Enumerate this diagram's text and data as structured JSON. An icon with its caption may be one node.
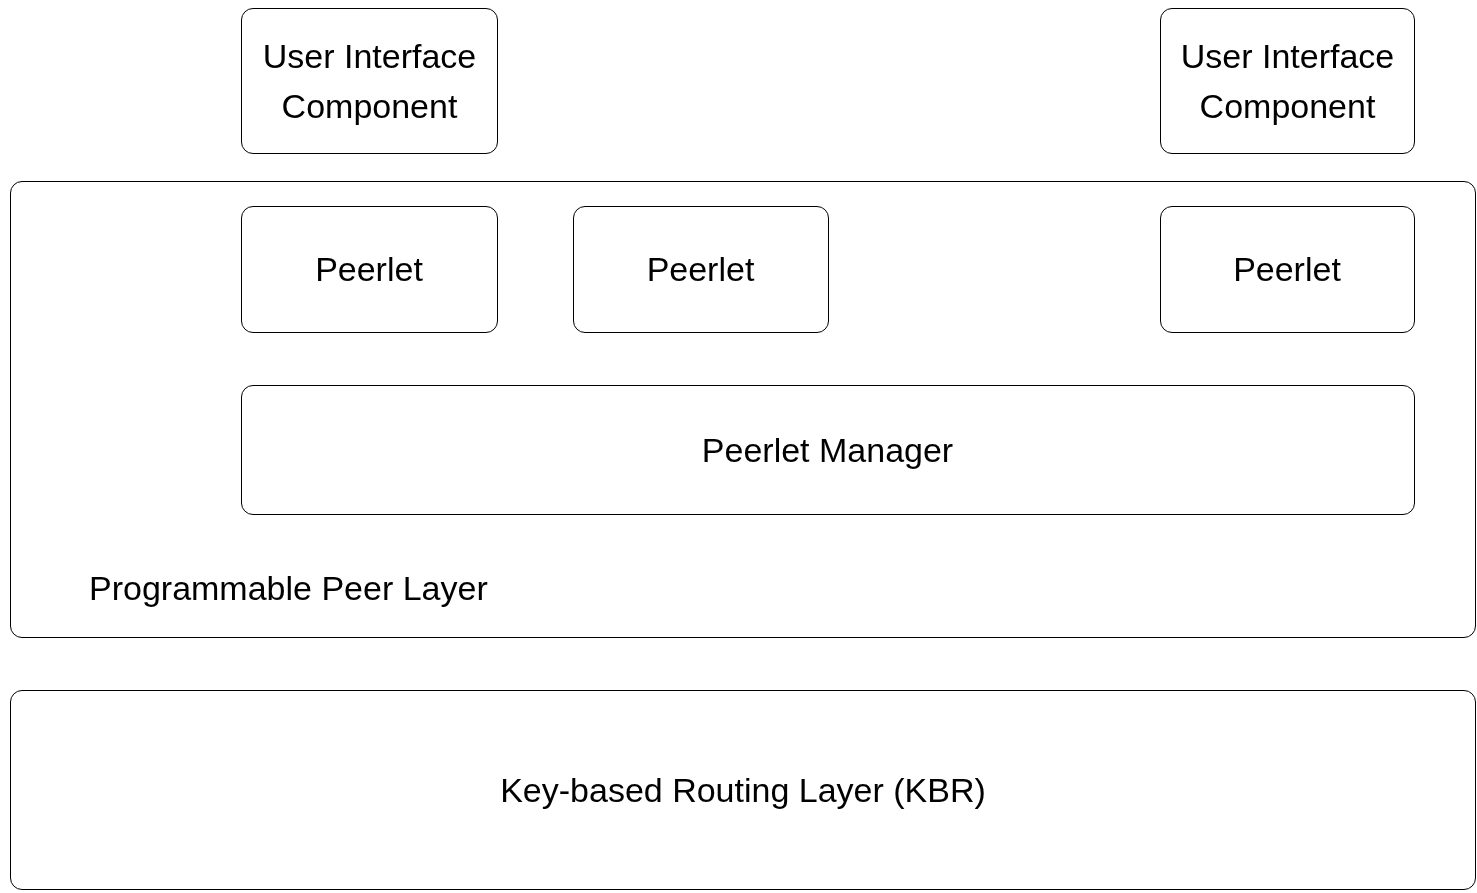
{
  "diagram": {
    "nodes": [
      {
        "text": [
          "User Interface Component"
        ]
      },
      {
        "text": [
          "User Interface Component"
        ]
      },
      {
        "text": [
          "Programmable Peer Layer"
        ]
      },
      {
        "text": [
          "Peerlet"
        ],
        "in": 2
      },
      {
        "text": [
          "Peerlet"
        ],
        "in": 2
      },
      {
        "text": [
          "Peerlet"
        ],
        "in": 2
      },
      {
        "text": [
          "Peerlet Manager"
        ],
        "in": 2
      },
      {
        "text": [
          "Key-based Routing Layer (KBR)"
        ]
      }
    ]
  }
}
